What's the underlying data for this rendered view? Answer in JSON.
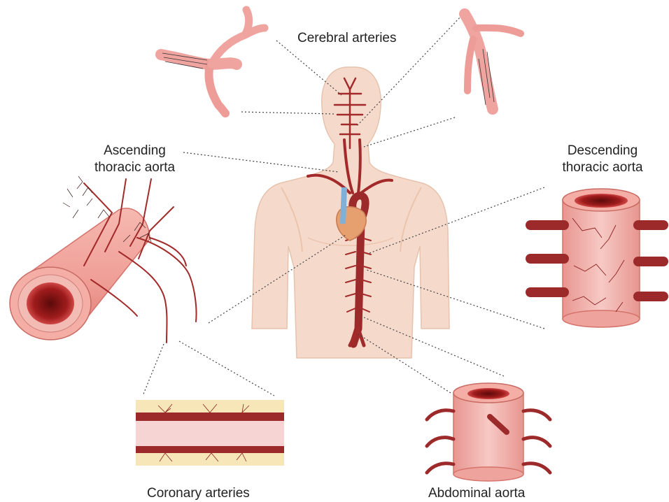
{
  "labels": {
    "cerebral": "Cerebral arteries",
    "ascending_line1": "Ascending",
    "ascending_line2": "thoracic aorta",
    "descending_line1": "Descending",
    "descending_line2": "thoracic aorta",
    "coronary": "Coronary arteries",
    "abdominal": "Abdominal aorta"
  },
  "colors": {
    "skin": "#f5dacb",
    "skin_shadow": "#ecc8b4",
    "artery_dark": "#9d2a2a",
    "artery_mid": "#b83b3b",
    "vessel_wall": "#f0a4a0",
    "vessel_wall_light": "#f6c3bd",
    "lumen": "#8b1414",
    "fat_layer": "#f7e7b8",
    "vein_blue": "#7fb0d8",
    "leader_line": "#444444"
  }
}
